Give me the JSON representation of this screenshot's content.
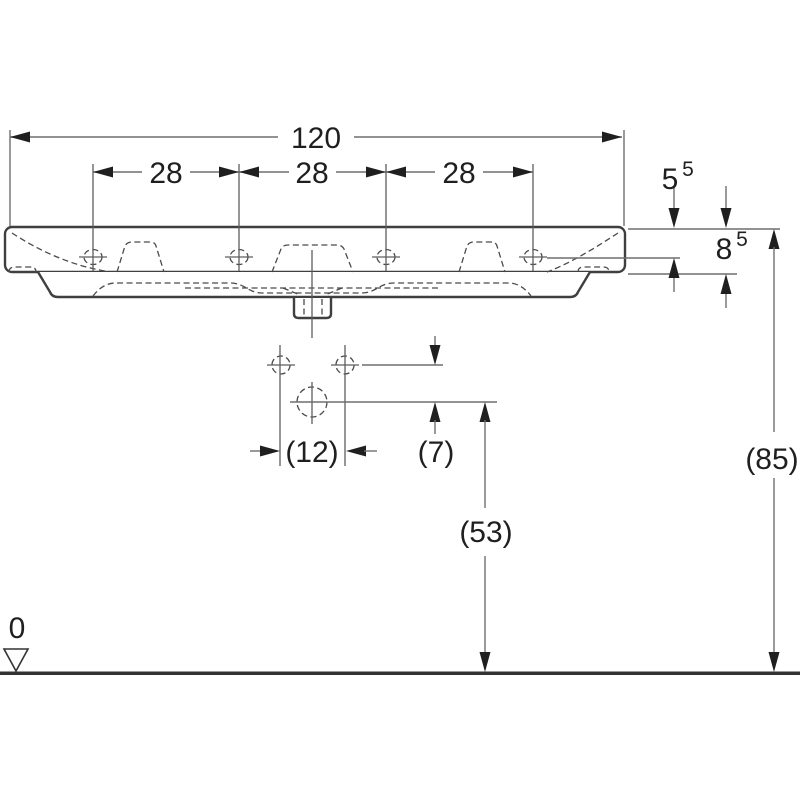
{
  "drawing": {
    "dims": {
      "total_width": "120",
      "spacing_left": "28",
      "spacing_center": "28",
      "spacing_right": "28",
      "top_to_taphole": {
        "base": "5",
        "sup": "5"
      },
      "top_to_front_edge": {
        "base": "8",
        "sup": "5"
      },
      "fixing_hole_spacing": "(12)",
      "fixing_to_trap": "(7)",
      "trap_height": "(53)",
      "rim_height": "(85)",
      "datum": "0"
    },
    "colors": {
      "background": "#ffffff",
      "object_line": "#3f3f3f",
      "dimension_line": "#6f6f6f",
      "ink": "#1f1f1f"
    }
  }
}
